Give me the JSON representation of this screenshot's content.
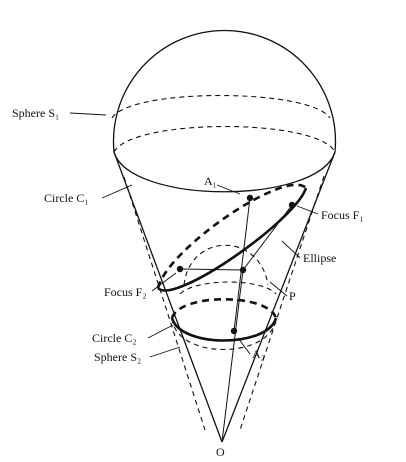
{
  "labels": {
    "sphere_s1": "Sphere S₁",
    "circle_c1": "Circle C₁",
    "a1": "A₁",
    "focus_f1": "Focus F₁",
    "ellipse": "Ellipse",
    "focus_f2": "Focus F₂",
    "p": "P",
    "circle_c2": "Circle C₂",
    "a2": "A₂",
    "sphere_s2": "Sphere S₂",
    "o": "O"
  }
}
